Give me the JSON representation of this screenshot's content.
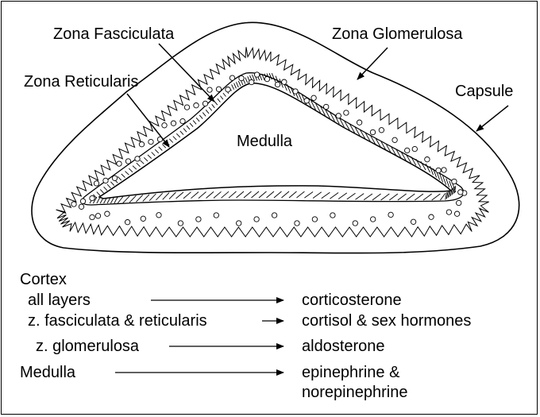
{
  "labels": {
    "zona_fasciculata": "Zona Fasciculata",
    "zona_glomerulosa": "Zona Glomerulosa",
    "zona_reticularis": "Zona Reticularis",
    "capsule": "Capsule",
    "medulla": "Medulla"
  },
  "legend": {
    "heading": "Cortex",
    "rows": [
      {
        "source": "all layers",
        "product": "corticosterone"
      },
      {
        "source": "z. fasciculata & reticularis",
        "product": "cortisol & sex hormones"
      },
      {
        "source": "z. glomerulosa",
        "product": "aldosterone"
      },
      {
        "source": "Medulla",
        "product": "epinephrine &",
        "product_line2": "norepinephrine"
      }
    ]
  }
}
